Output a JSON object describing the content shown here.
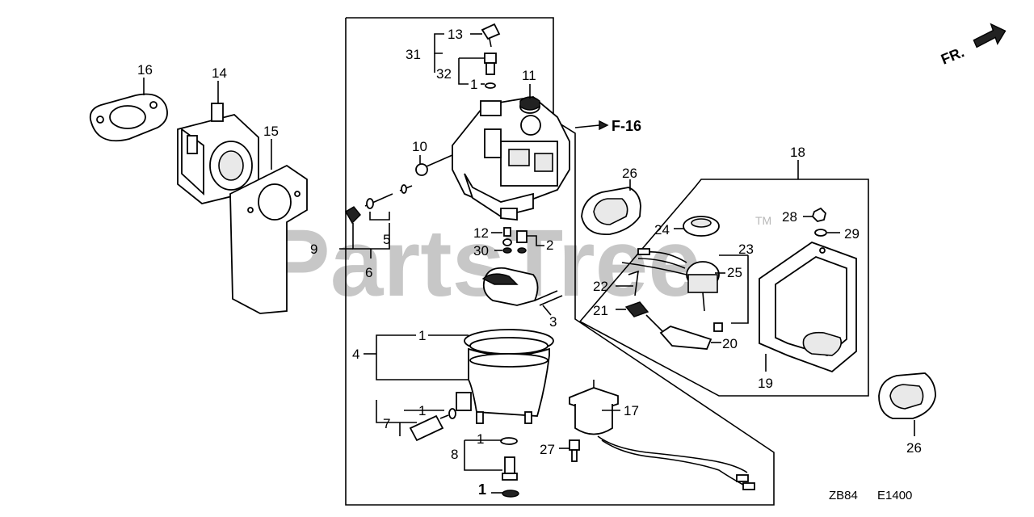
{
  "watermark": {
    "text": "PartsTree",
    "tm": "TM"
  },
  "reference": {
    "label": "F-16"
  },
  "direction": {
    "label": "FR."
  },
  "codes": {
    "left": "ZB84",
    "right": "E1400"
  },
  "callouts": {
    "p1a": "1",
    "p1b": "1",
    "p1c": "1",
    "p1d": "1",
    "p1e": "1",
    "p2": "2",
    "p3": "3",
    "p4": "4",
    "p5": "5",
    "p6": "6",
    "p7": "7",
    "p8": "8",
    "p9": "9",
    "p10": "10",
    "p11": "11",
    "p12": "12",
    "p13": "13",
    "p14": "14",
    "p15": "15",
    "p16": "16",
    "p17": "17",
    "p18": "18",
    "p19": "19",
    "p20": "20",
    "p21": "21",
    "p22": "22",
    "p23": "23",
    "p24": "24",
    "p25": "25",
    "p26a": "26",
    "p26b": "26",
    "p27": "27",
    "p28": "28",
    "p29": "29",
    "p30": "30",
    "p31": "31",
    "p32": "32"
  }
}
